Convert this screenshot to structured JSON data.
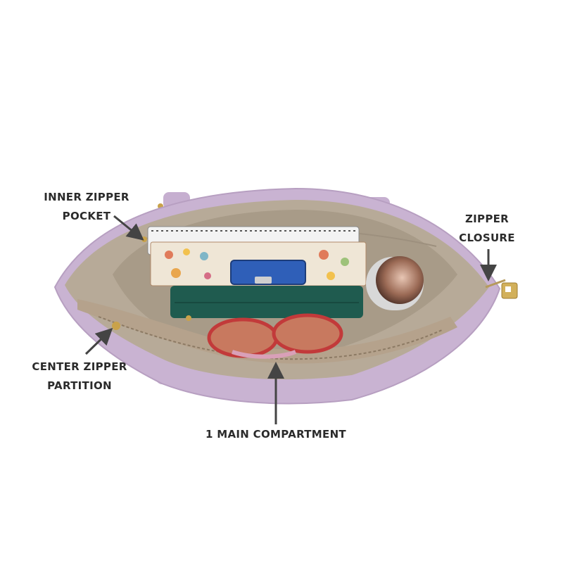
{
  "annotations": {
    "inner_pocket": {
      "line1": "INNER ZIPPER",
      "line2": "POCKET"
    },
    "zipper_closure": {
      "line1": "ZIPPER",
      "line2": "CLOSURE"
    },
    "center_partition": {
      "line1": "CENTER ZIPPER",
      "line2": "PARTITION"
    },
    "main_compartment": {
      "line1": "1 MAIN COMPARTMENT"
    }
  },
  "colors": {
    "bag_lavender": "#c9b3d2",
    "lining_taupe": "#b2a594",
    "gold_hardware": "#c9a24a",
    "label_text": "#2b2b2b"
  }
}
